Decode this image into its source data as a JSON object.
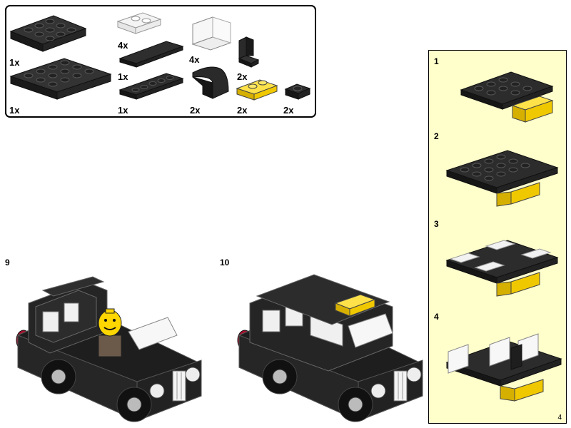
{
  "parts_list": {
    "items": [
      {
        "qty": "1x",
        "part": "plate-4x6"
      },
      {
        "qty": "1x",
        "part": "plate-6x6"
      },
      {
        "qty": "4x",
        "part": "plate-1x2-transparent"
      },
      {
        "qty": "1x",
        "part": "tile-1x6"
      },
      {
        "qty": "1x",
        "part": "plate-1x6"
      },
      {
        "qty": "4x",
        "part": "windscreen-1x2-transparent"
      },
      {
        "qty": "2x",
        "part": "slope-curved"
      },
      {
        "qty": "2x",
        "part": "bracket-1x1"
      },
      {
        "qty": "2x",
        "part": "plate-1x2-yellow"
      },
      {
        "qty": "2x",
        "part": "plate-1x1"
      }
    ]
  },
  "main_steps": [
    {
      "number": "9"
    },
    {
      "number": "10"
    }
  ],
  "sub_steps": [
    {
      "number": "1"
    },
    {
      "number": "2"
    },
    {
      "number": "3"
    },
    {
      "number": "4"
    }
  ],
  "page_number": "4",
  "colors": {
    "brick_black": "#1e1e1e",
    "brick_yellow": "#ffd700",
    "panel_bg": "#ffffcc",
    "transparent_part": "#f2f2f2"
  }
}
